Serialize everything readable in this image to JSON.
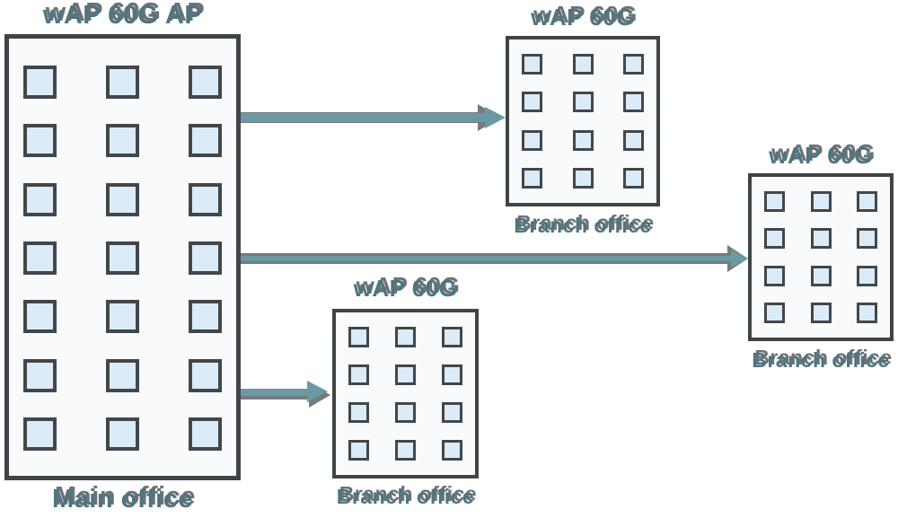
{
  "buildings": {
    "main": {
      "device_label": "wAP 60G AP",
      "name_label": "Main office",
      "windows": {
        "rows": 7,
        "cols": 3
      }
    },
    "branch_top": {
      "device_label": "wAP 60G",
      "name_label": "Branch office",
      "windows": {
        "rows": 4,
        "cols": 3
      }
    },
    "branch_bottom": {
      "device_label": "wAP 60G",
      "name_label": "Branch office",
      "windows": {
        "rows": 4,
        "cols": 3
      }
    },
    "branch_right": {
      "device_label": "wAP 60G",
      "name_label": "Branch office",
      "windows": {
        "rows": 4,
        "cols": 3
      }
    }
  },
  "connections": [
    {
      "from": "Main office",
      "to": "Branch office (top)",
      "style": "arrow"
    },
    {
      "from": "Main office",
      "to": "Branch office (right)",
      "style": "arrow"
    },
    {
      "from": "Main office",
      "to": "Branch office (bottom)",
      "style": "arrow"
    }
  ],
  "colors": {
    "background": "#ffffff",
    "building_fill": "#f8fafc",
    "building_border": "#3f4448",
    "window_fill": "#dcebf8",
    "window_border": "#42474b",
    "arrow_teal": "#6b99a3",
    "shadow_gray": "#77797b",
    "label_teal": "#4e7581",
    "label_shadow_gray": "#6f7173"
  }
}
